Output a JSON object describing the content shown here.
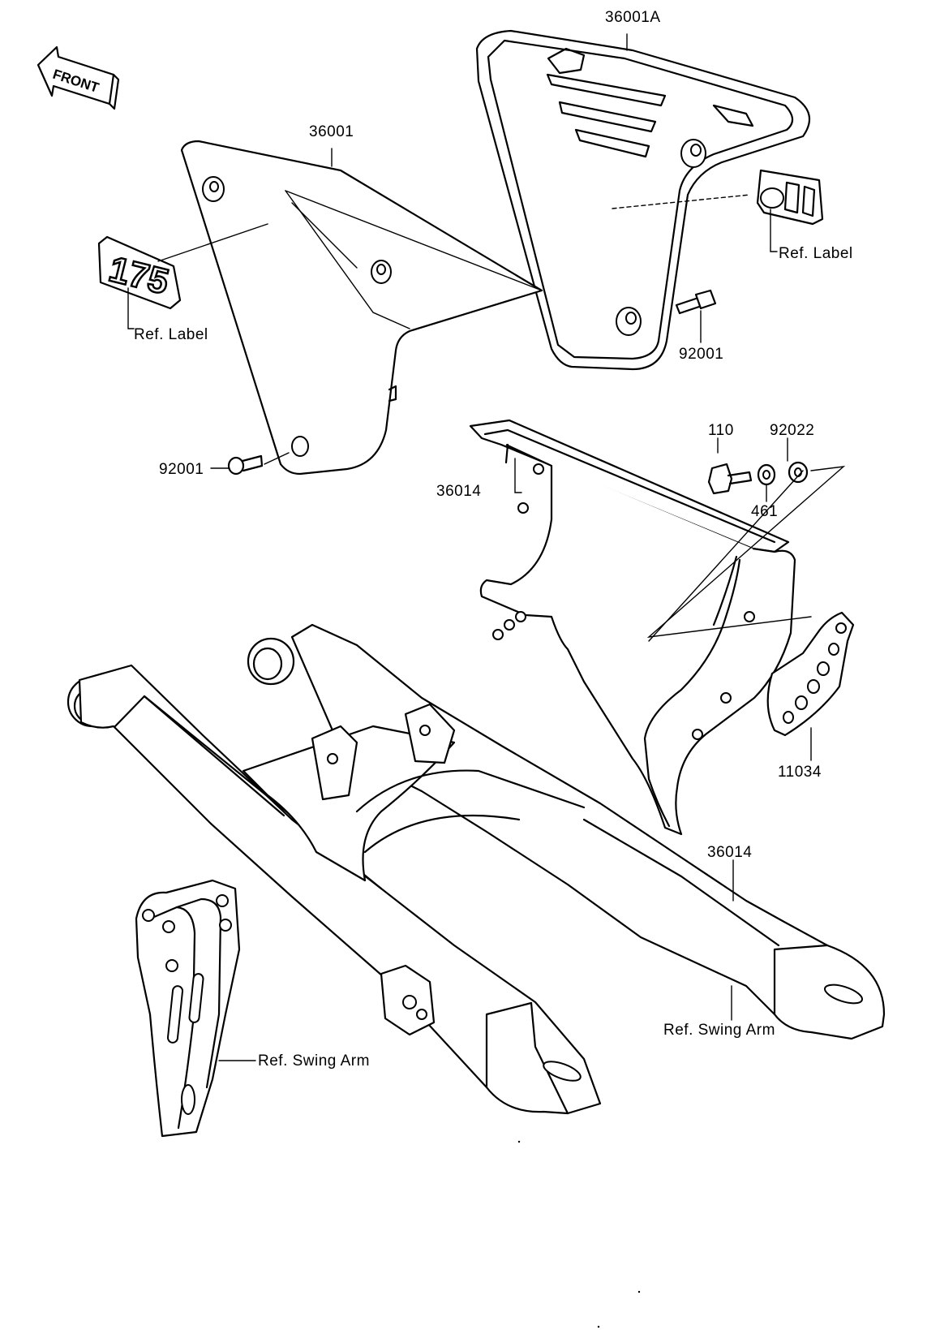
{
  "front_arrow": {
    "text": "FRONT"
  },
  "badge": {
    "text": "175"
  },
  "parts": {
    "side_cover_right": "36001A",
    "side_cover_left": "36001",
    "screw_top_right": "92001",
    "screw_bottom_left": "92001",
    "mud_guard": "36014",
    "swing_arm": "36014",
    "bolt": "110",
    "washer_flat": "92022",
    "washer": "461",
    "chain_guide": "11034"
  },
  "refs": {
    "label_left": "Ref. Label",
    "label_right": "Ref. Label",
    "swing_arm_left": "Ref. Swing Arm",
    "swing_arm_right": "Ref. Swing Arm"
  }
}
